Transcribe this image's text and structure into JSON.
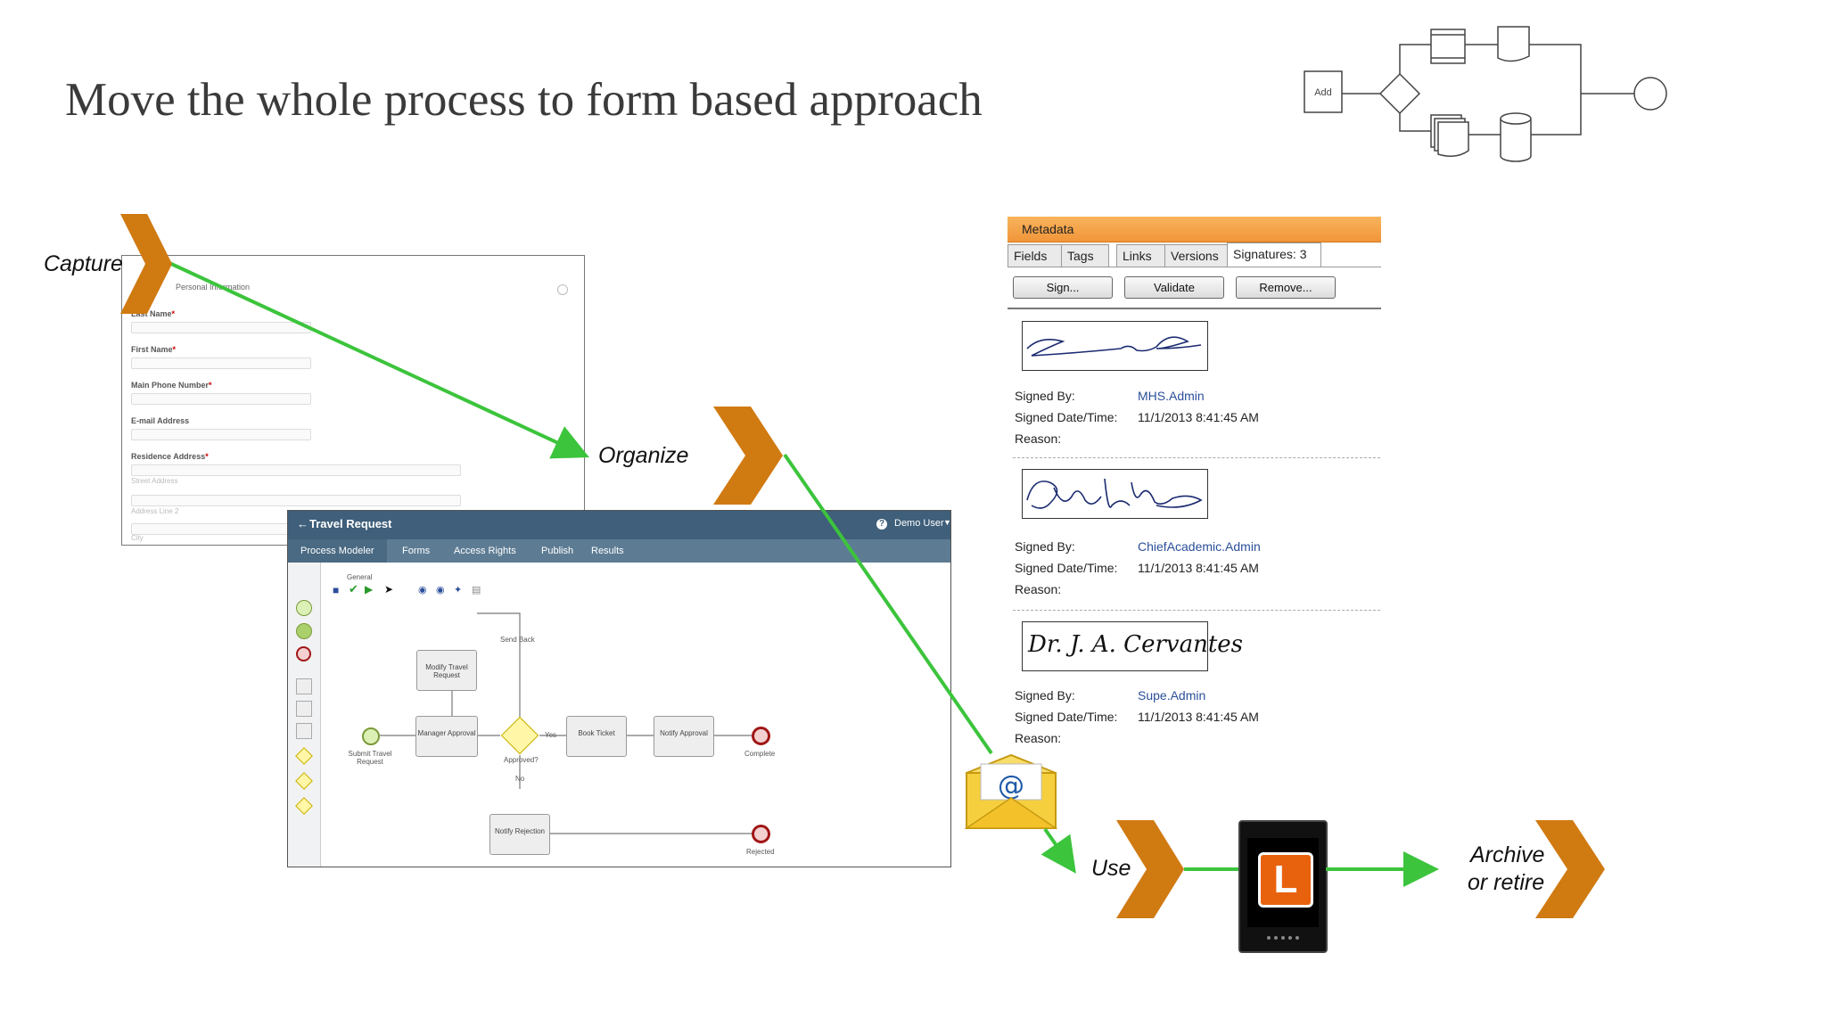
{
  "slide": {
    "title": "Move the whole process to form based approach"
  },
  "stages": {
    "capture": "Capture",
    "organize": "Organize",
    "use": "Use",
    "archive_line1": "Archive",
    "archive_line2": "or retire"
  },
  "colors": {
    "chevron": "#d07a12",
    "arrow": "#3cc43c",
    "meta_header": "#f3a24a",
    "modeler_header": "#3f5f7a"
  },
  "process_diagram": {
    "add_label": "Add"
  },
  "form": {
    "section": "Personal Information",
    "fields": [
      {
        "label": "Last Name",
        "required": "*"
      },
      {
        "label": "First Name",
        "required": "*"
      },
      {
        "label": "Main Phone Number",
        "required": "*"
      },
      {
        "label": "E-mail Address",
        "required": ""
      },
      {
        "label": "Residence Address",
        "required": "*"
      }
    ],
    "street": "Street Address",
    "line2": "Address Line 2",
    "city": "City"
  },
  "modeler": {
    "title": "Travel Request",
    "user": "Demo User",
    "tabs": [
      "Process Modeler",
      "Forms",
      "Access Rights",
      "Publish",
      "Results"
    ],
    "subtab": "General",
    "nodes": {
      "modify": "Modify Travel Request",
      "send_back": "Send Back",
      "manager": "Manager Approval",
      "submit": "Submit Travel Request",
      "approved": "Approved?",
      "yes": "Yes",
      "no": "No",
      "book": "Book Ticket",
      "notify_approval": "Notify Approval",
      "complete": "Complete",
      "notify_rejection": "Notify Rejection",
      "rejected": "Rejected"
    }
  },
  "metadata": {
    "header": "Metadata",
    "tabs": [
      "Fields",
      "Tags",
      "Links",
      "Versions",
      "Signatures: 3"
    ],
    "buttons": [
      "Sign...",
      "Validate",
      "Remove..."
    ],
    "labels": {
      "signed_by": "Signed By:",
      "signed_date": "Signed Date/Time:",
      "reason": "Reason:"
    },
    "signatures": [
      {
        "signed_by": "MHS.Admin",
        "date": "11/1/2013 8:41:45 AM"
      },
      {
        "signed_by": "ChiefAcademic.Admin",
        "date": "11/1/2013 8:41:45 AM"
      },
      {
        "signed_by": "Supe.Admin",
        "date": "11/1/2013 8:41:45 AM",
        "handwriting": "Dr. J. A. Cervantes"
      }
    ]
  },
  "icons": {
    "email": "email-at-icon",
    "app": "l-app-icon",
    "app_letter": "L"
  }
}
